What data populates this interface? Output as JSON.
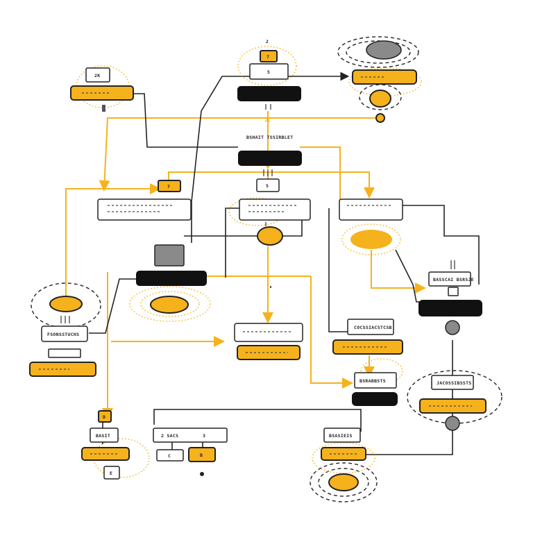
{
  "labels": {
    "top_marker": "2",
    "top_tab": "7",
    "top_box": "5",
    "top_left_tab": "2K",
    "center_heading": "BSHAIT TSSIRBLET",
    "mid_tab": "5",
    "left_yellow_tab": "7",
    "right_node_top": "BASSCAI BSRSJE",
    "left_node": "FSONSSTUCHS",
    "center_right_node": "COCSSIACSTCSB",
    "right_mid_node": "BSRABBSTS",
    "right_cluster_node": "JACOSSIBSSTS",
    "bottom_left_marker": "D",
    "bottom_left_node": "BASIT",
    "bottom_center_left": "2 SACS",
    "bottom_center_right": "3",
    "bottom_right_node": "BSASIEIS",
    "small_box_a": "C",
    "small_box_b": "B",
    "small_box_c": "E"
  },
  "colors": {
    "accent": "#f5b21c",
    "dark": "#111111",
    "gray": "#8a8a8a",
    "line": "#222222"
  }
}
